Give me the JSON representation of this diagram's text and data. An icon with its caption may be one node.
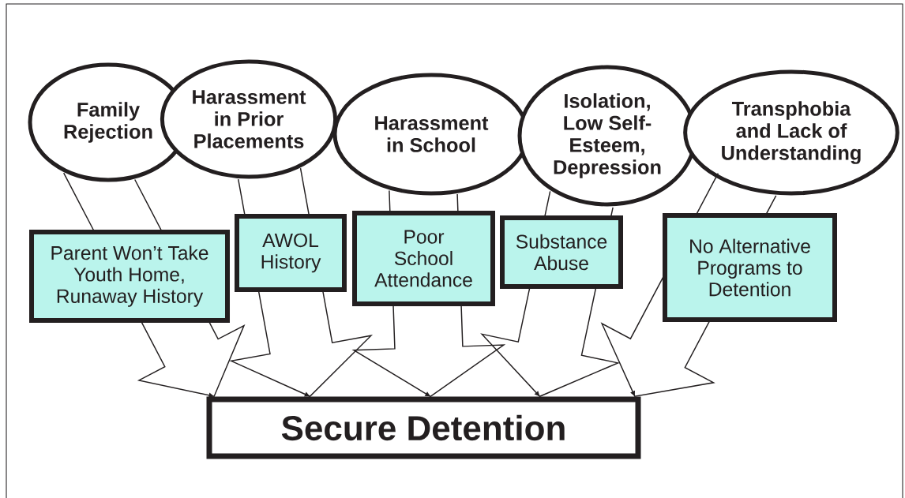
{
  "diagram": {
    "nodes": [
      {
        "text": [
          "Family Rejection"
        ]
      },
      {
        "text": [
          "Harassment in Prior Placements"
        ]
      },
      {
        "text": [
          "Harassment in School"
        ]
      },
      {
        "text": [
          "Isolation, Low Self-Esteem, Depression"
        ]
      },
      {
        "text": [
          "Transphobia and Lack of Understanding"
        ]
      },
      {
        "text": [
          "Parent Won’t Take Youth Home, Runaway History"
        ]
      },
      {
        "text": [
          "AWOL History"
        ]
      },
      {
        "text": [
          "Poor School Attendance"
        ]
      },
      {
        "text": [
          "Substance Abuse"
        ]
      },
      {
        "text": [
          "No Alternative Programs to Detention"
        ]
      },
      {
        "text": [
          "Secure Detention"
        ]
      }
    ],
    "edges": [
      {
        "from": 0,
        "to": 5,
        "arrow": "none"
      },
      {
        "from": 5,
        "to": 10,
        "arrow": "to"
      },
      {
        "from": 1,
        "to": 6,
        "arrow": "none"
      },
      {
        "from": 6,
        "to": 10,
        "arrow": "to"
      },
      {
        "from": 2,
        "to": 7,
        "arrow": "none"
      },
      {
        "from": 7,
        "to": 10,
        "arrow": "to"
      },
      {
        "from": 3,
        "to": 8,
        "arrow": "none"
      },
      {
        "from": 8,
        "to": 10,
        "arrow": "to"
      },
      {
        "from": 4,
        "to": 9,
        "arrow": "none"
      },
      {
        "from": 9,
        "to": 10,
        "arrow": "to"
      }
    ]
  }
}
